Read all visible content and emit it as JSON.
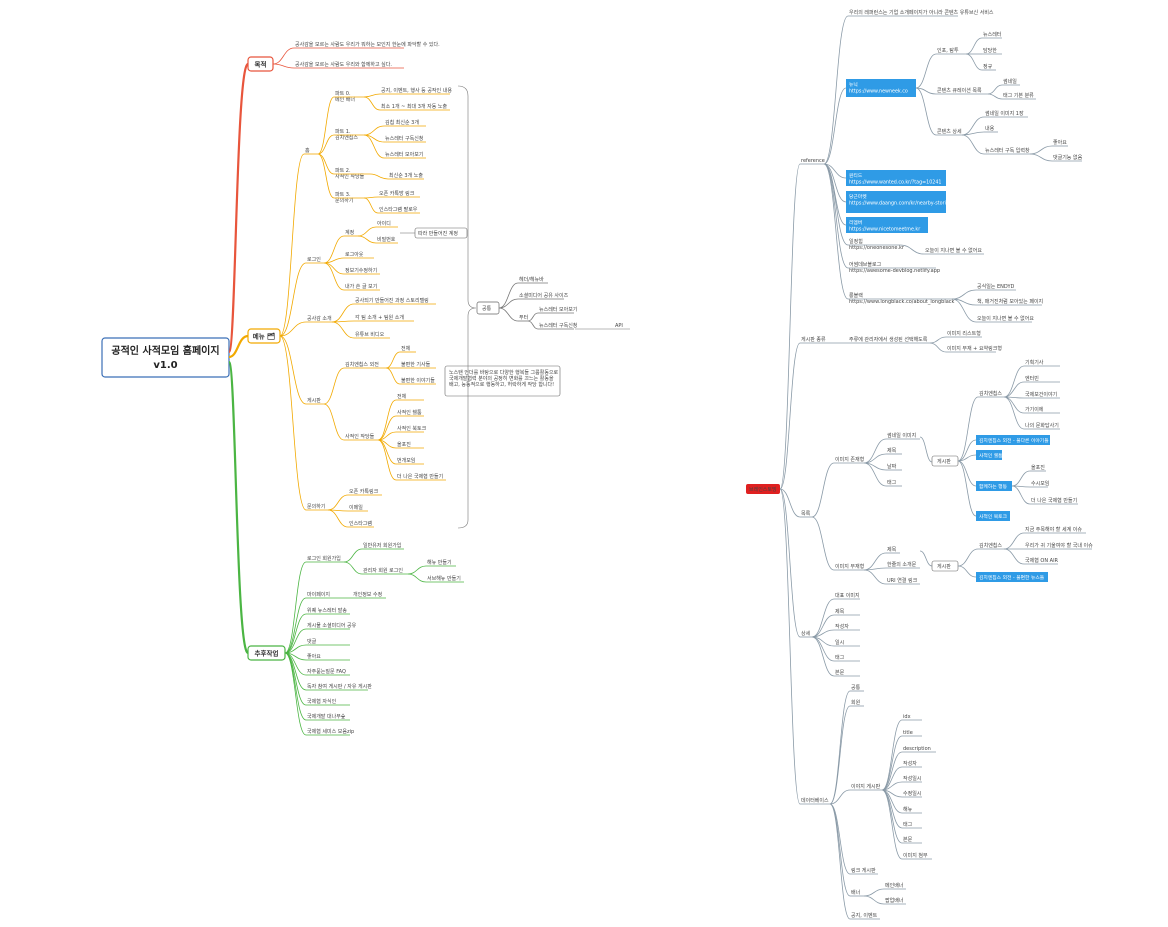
{
  "root": {
    "line1": "공적인 사적모임 홈페이지",
    "line2": "v1.0"
  },
  "colors": {
    "purpose": "#e8553c",
    "menu": "#f2a900",
    "post": "#4bb543",
    "ref": "#8a9aa7",
    "blue": "#2f9be6",
    "red": "#e02020"
  },
  "left": {
    "purpose": {
      "label": "목적",
      "items": [
        "공사감을 모르는 사람도 우리가 뭐하는 모인지 한눈에 파악할 수 있다.",
        "공사감을 모르는 사람도 우리와 함께하고 싶다."
      ]
    },
    "menu": {
      "label": "메뉴 🗂",
      "home": {
        "label": "홈",
        "s0": {
          "label": "파트 0.\n메인 배너",
          "items": [
            "공지, 이벤트, 행사 등 공작인 내용",
            "최소 1개 ~ 최대 3개 자동 노출"
          ]
        },
        "s1": {
          "label": "파트 1.\n김치엔칩스",
          "items": [
            "김칩 최신순 3개",
            "뉴스레터 구독신청",
            "뉴스레터 모아보기"
          ]
        },
        "s2": {
          "label": "파트 2.\n사적인 작당들",
          "items": [
            "최신순 3개 노출"
          ]
        },
        "s3": {
          "label": "파트 3.\n문의하기",
          "items": [
            "오픈 카톡방 링크",
            "인스타그램 팔로우"
          ]
        }
      },
      "login": {
        "label": "로그인",
        "account": {
          "label": "계정",
          "items": [
            "아이디",
            "비밀번호"
          ],
          "note": "따라 만들어진 계정"
        },
        "items": [
          "로그아웃",
          "정보기수정하기",
          "내가 쓴 글 보기"
        ]
      },
      "intro": {
        "label": "공사감 소개",
        "items": [
          "공사되기 만들어진 과정 스토리텔링",
          "각 팀 소개 + 팀원 소개",
          "유튜브 비디오"
        ]
      },
      "board": {
        "label": "게시판",
        "kimchi": {
          "label": "김치엔칩스 외전",
          "items": [
            "전체",
            "불편한 기사들",
            "불편한 이야기들"
          ]
        },
        "note": "노스탠 언더를 바탕으로 다양한 행복들 그룹활동으로\n국제개발협력 분야의 공정히 변화를 끄느는 활동을\n배고, 능동적으로 행동하고, 허락하게 작당 합니다!",
        "sajeok": {
          "label": "사적인 작당들",
          "items": [
            "전체",
            "사적인 쉘툼",
            "사적인 북토크",
            "올포진",
            "번개모임",
            "더 나은 국제협 만들기"
          ]
        }
      },
      "contact": {
        "label": "문의하기",
        "items": [
          "오픈 카톡링크",
          "이메일",
          "인스타그램"
        ]
      },
      "common": {
        "label": "공통",
        "items": [
          "헤더/헤뉴바",
          "소셜미디어 공유 사이즈"
        ],
        "footer": "푸터",
        "footer_items": [
          "뉴스레터 모아보기",
          "뉴스레터 구독신청"
        ],
        "api": "API"
      }
    },
    "post": {
      "label": "추후작업",
      "signup": {
        "label": "로그인 회원가입",
        "items": [
          "일반유저 회원가입",
          "관리자 회원 로그인"
        ],
        "admin": [
          "해뉴 만들기",
          "서브해뉴 만들기"
        ]
      },
      "mypage": "마이페이지",
      "mypage_sub": "개인정보 수정",
      "items": [
        "위퀘 뉴스레터 발송",
        "게시물 소셜미디어 공유",
        "댓글",
        "좋아요",
        "자주묻는질문 FAQ",
        "독자 참여 게시판 / 자유 게시판",
        "국제협 자식인",
        "국제개발 대나무숲",
        "국제협 세미스 모음zip"
      ]
    }
  },
  "right": {
    "center": "브레인스토밍",
    "reference": {
      "label": "reference",
      "note": "우리의 레퍼런스는 기업 소개페이지가 아니라 콘텐츠 유튜브신 서비스",
      "newneek": {
        "label": "뉴닉\nhttps://www.newneek.co",
        "g1": "인포, 탐투",
        "g1_items": [
          "뉴스레터",
          "담당한",
          "정규"
        ],
        "g2": "콘텐츠 큐레이션 목록",
        "g2_items": [
          "썸네일",
          "태그 기본 분류"
        ],
        "g3": "콘텐츠 상세",
        "g3_items": [
          "썸네일 이미지 1장",
          "내용",
          "뉴스레터 구독 입력창"
        ],
        "g3_sub": [
          "좋아요",
          "댓글기능 없음"
        ]
      },
      "links": [
        "원티드\nhttps://www.wanted.co.kr/?tag=10241",
        "당근마켓\nhttps://www.daangn.com/kr/nearby-stories/",
        "리멤버\nhttps://www.nicetomeetme.kr"
      ],
      "oneonone": {
        "label": "일정힘\nhttps://oneonesone.kr",
        "note": "오늘이 지나면 볼 수 없어요"
      },
      "devblog": "어썸데브블로그\nhttps://awesome-devblog.netlify.app",
      "longblack": {
        "label": "롱블랙\nhttps://www.longblack.co/about_longblack",
        "items": [
          "공식일는 ENDYD",
          "책, 매거진처럼 모아있는 페이지",
          "오늘이 지나면 볼 수 없어요"
        ]
      }
    },
    "list": {
      "label": "게시판 종류",
      "sub": "주류에 관리자에서 생성된 선택해도록",
      "items": [
        "이미지 리스트형",
        "이미지 부재 + 요약링크형"
      ]
    },
    "layout": {
      "label": "목록",
      "image": {
        "label": "이미지 존재형",
        "fields": [
          "썸네일 이미지",
          "제목",
          "날짜",
          "태그"
        ],
        "board": "게시판",
        "kimchi": "김치엔칩스",
        "kimchi_items": [
          "기획기사",
          "엔터빈",
          "국제보건이야기",
          "가기이에",
          "나의 문화답사기"
        ],
        "blue": [
          "김치엔칩스 외전 - 불다른 이야기들",
          "사적인 쉘툼",
          "함께하는 행동",
          "사적인 북토크"
        ],
        "act_items": [
          "올포진",
          "수시모임",
          "더 나은 국제협 만들기"
        ]
      },
      "noimage": {
        "label": "이미지 부재형",
        "fields": [
          "제목",
          "한줄의 소개문",
          "URI 연결 링크"
        ],
        "board": "게시판",
        "kimchi": "김치엔칩스",
        "kimchi_items": [
          "지금 주목해야 할 세계 이슈",
          "우리가 귀 기울여야 할 국내 이슈",
          "국제협 ON AIR"
        ],
        "blue": "김치엔칩스 외전 - 불편한 뉴스들"
      }
    },
    "detail": {
      "label": "상세",
      "items": [
        "대표 이미지",
        "제목",
        "작성자",
        "일시",
        "태그",
        "본문"
      ]
    },
    "db": {
      "label": "데이터베이스",
      "top": [
        "공통",
        "회원"
      ],
      "board": "이야지 게시판",
      "fields": [
        "idx",
        "title",
        "description",
        "작성자",
        "작성일시",
        "수정일시",
        "해뉴",
        "태그",
        "본문",
        "이미지 첨부"
      ],
      "link": "링크 게시판",
      "banner": "배너",
      "banner_items": [
        "메인배너",
        "팝업배너"
      ],
      "notice": "공지, 이벤트"
    }
  }
}
